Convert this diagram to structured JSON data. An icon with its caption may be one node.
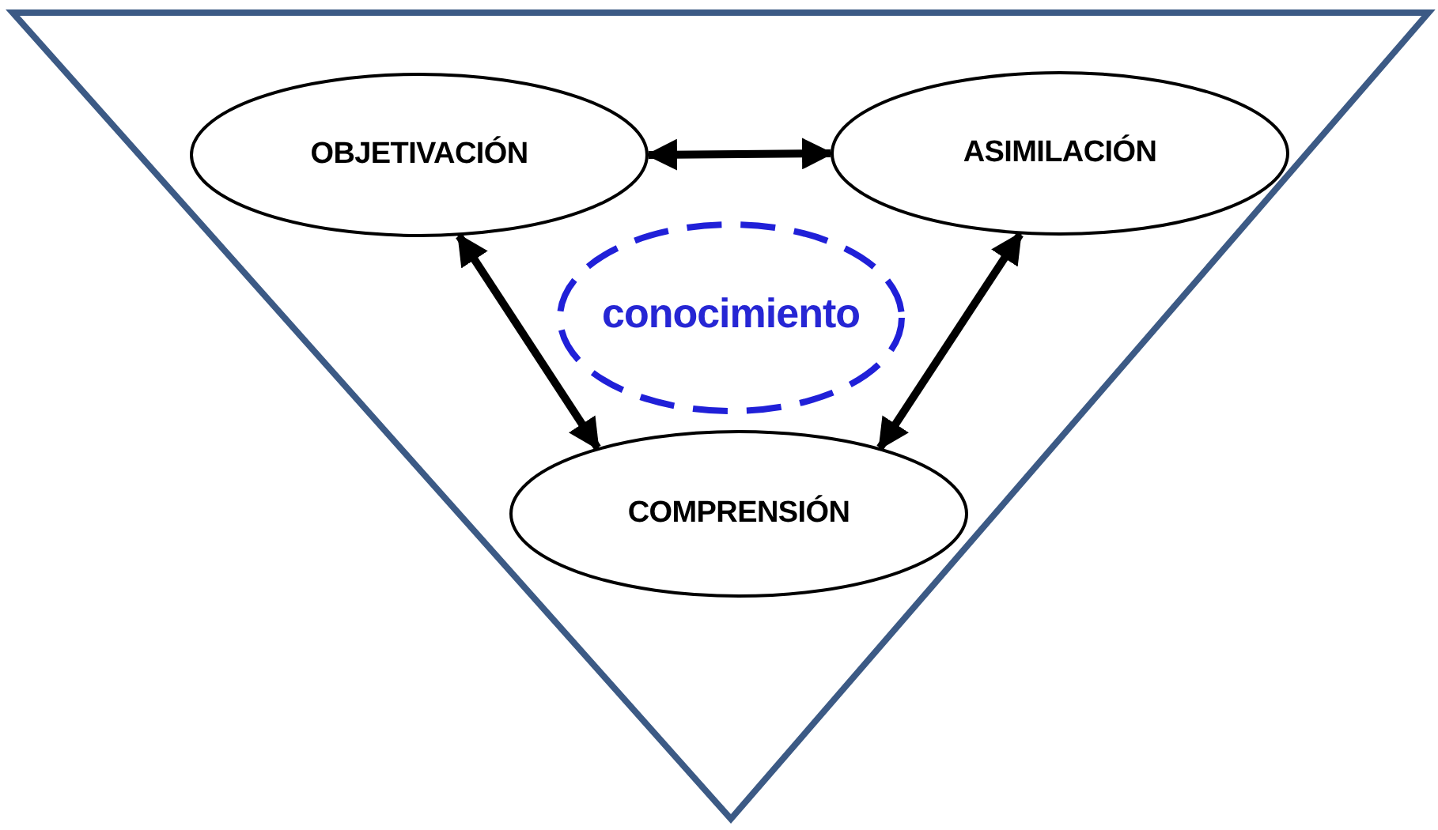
{
  "diagram": {
    "nodes": [
      {
        "text": [],
        "shape": "triangle"
      },
      {
        "text": [
          "OBJETIVACIÓN"
        ],
        "in": 0
      },
      {
        "text": [
          "ASIMILACIÓN"
        ],
        "in": 0
      },
      {
        "text": [
          "COMPRENSIÓN"
        ],
        "in": 0
      },
      {
        "text": [
          "conocimiento"
        ],
        "in": 0
      }
    ],
    "edges": [
      {
        "from": 1,
        "to": 2,
        "arrow": "both"
      },
      {
        "from": 1,
        "to": 3,
        "arrow": "both"
      },
      {
        "from": 2,
        "to": 3,
        "arrow": "both"
      }
    ]
  }
}
